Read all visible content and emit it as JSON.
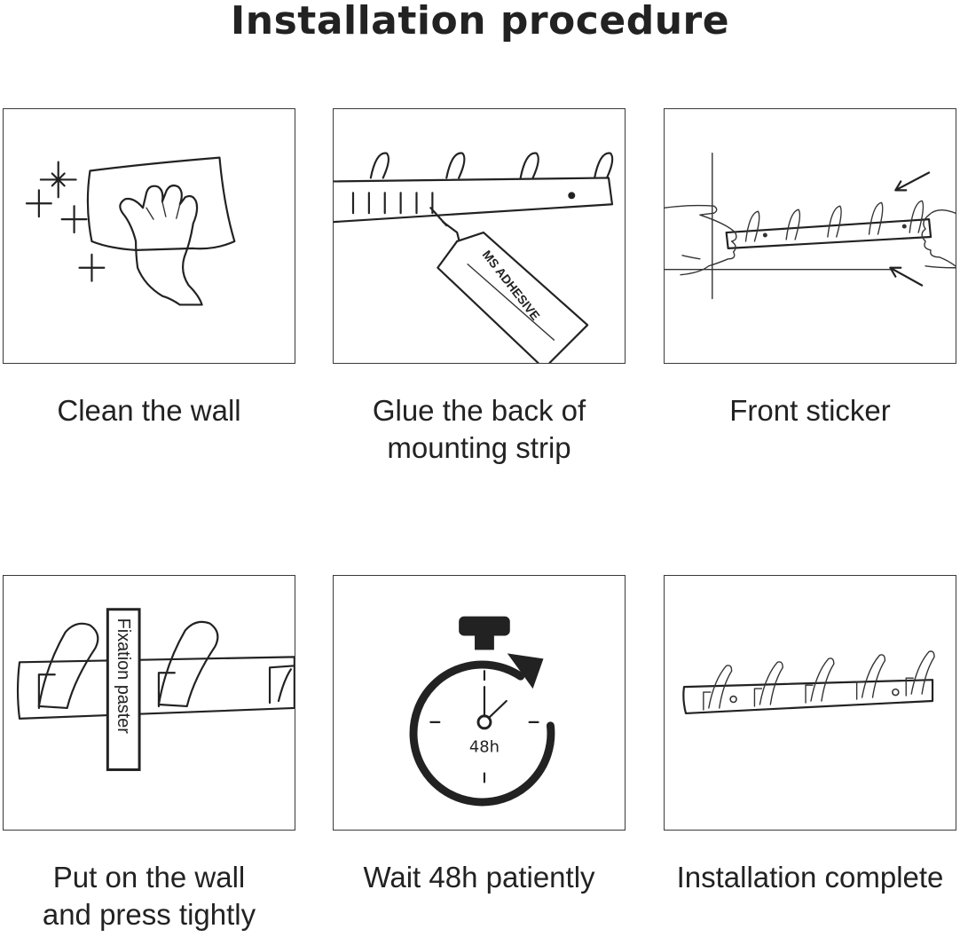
{
  "title": "Installation procedure",
  "steps": [
    {
      "caption": "Clean the wall",
      "icon": "wipe-wall-icon"
    },
    {
      "caption": "Glue the back of\nmounting strip",
      "icon": "adhesive-tube-icon",
      "tube_label": "MS ADHESIVE"
    },
    {
      "caption": "Front sticker",
      "icon": "hands-press-strip-icon"
    },
    {
      "caption": "Put on the wall\nand press tightly",
      "icon": "fixation-paster-icon",
      "tag_label": "Fixation paster"
    },
    {
      "caption": "Wait 48h patiently",
      "icon": "stopwatch-icon",
      "timer_label": "48h"
    },
    {
      "caption": "Installation complete",
      "icon": "hook-rack-icon"
    }
  ]
}
